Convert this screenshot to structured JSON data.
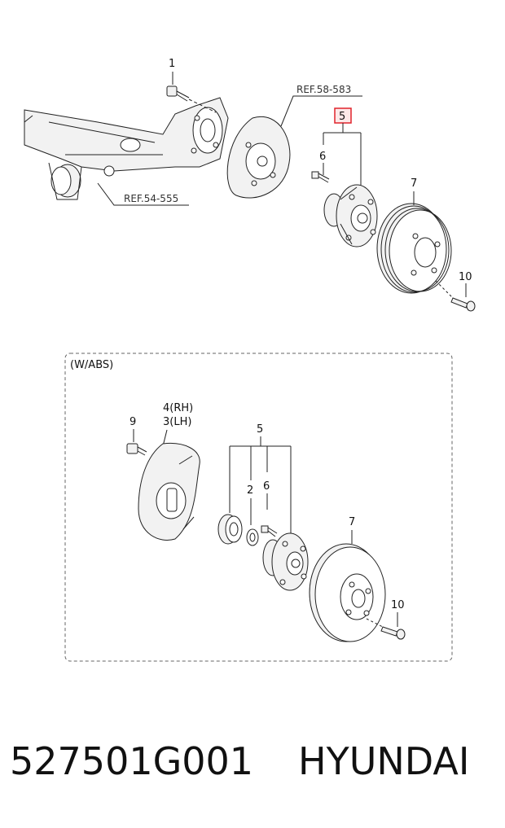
{
  "callouts": {
    "c1": "1",
    "c5_top": "5",
    "c6_top": "6",
    "c7_top": "7",
    "c10_top": "10",
    "c9": "9",
    "c4": "4(RH)",
    "c3": "3(LH)",
    "c5_bottom": "5",
    "c2": "2",
    "c6_bottom": "6",
    "c7_bottom": "7",
    "c10_bottom": "10"
  },
  "refs": {
    "ref_58": "REF.58-583",
    "ref_54": "REF.54-555"
  },
  "abs_box_label": "(W/ABS)",
  "highlight_color": "#e0232b",
  "footer": {
    "part_number": "527501G001",
    "brand": "HYUNDAI"
  }
}
